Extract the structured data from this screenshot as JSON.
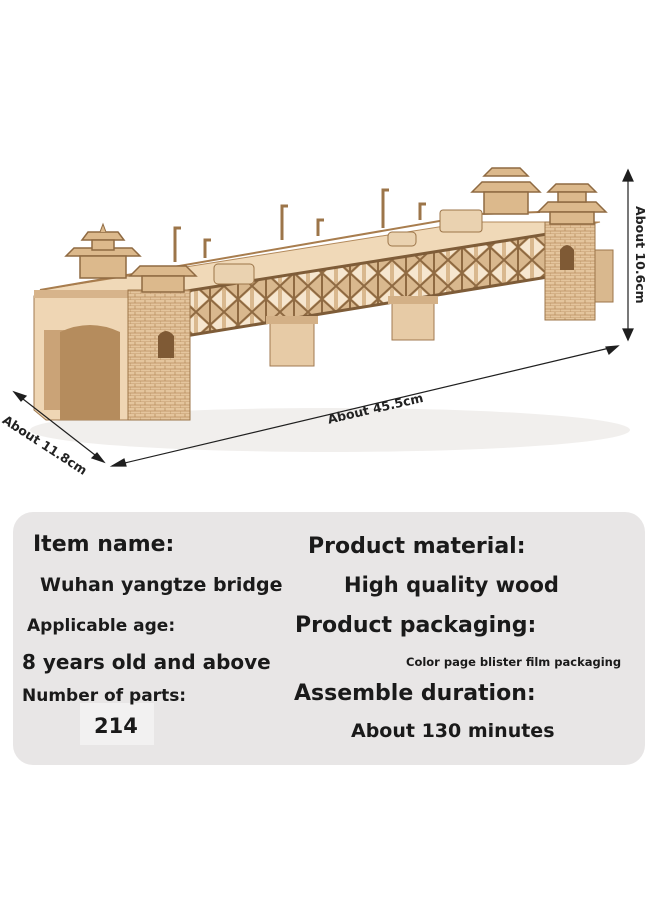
{
  "dimensions": {
    "length": "About 45.5cm",
    "depth": "About 11.8cm",
    "height": "About 10.6cm"
  },
  "specs": {
    "item_name_label": "Item name:",
    "item_name_value": "Wuhan yangtze bridge",
    "material_label": "Product material:",
    "material_value": "High quality wood",
    "age_label": "Applicable age:",
    "age_value": "8 years old and above",
    "packaging_label": "Product packaging:",
    "packaging_value": "Color page blister film packaging",
    "parts_label": "Number of parts:",
    "parts_value": "214",
    "duration_label": "Assemble duration:",
    "duration_value": "About 130 minutes"
  },
  "colors": {
    "wood": "#e6c9a3",
    "wood_dark": "#c49a6c",
    "panel": "#e8e6e6"
  }
}
